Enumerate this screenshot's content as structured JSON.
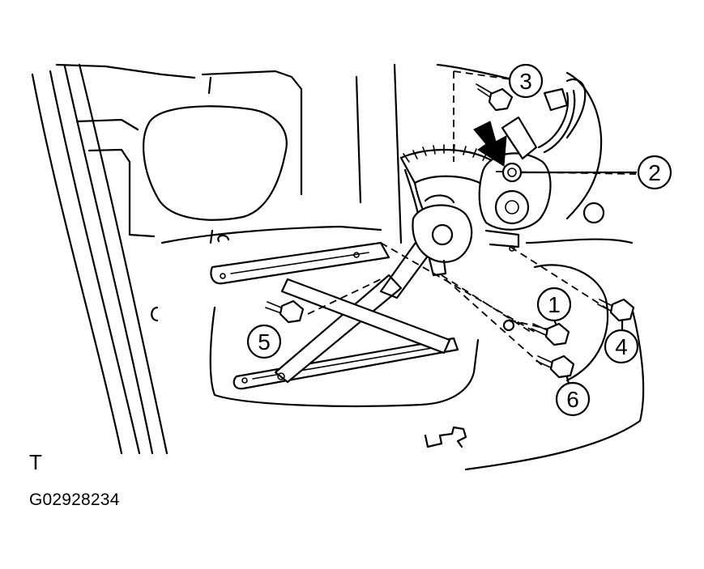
{
  "callouts": [
    {
      "id": "1",
      "text": "1"
    },
    {
      "id": "2",
      "text": "2"
    },
    {
      "id": "3",
      "text": "3"
    },
    {
      "id": "4",
      "text": "4"
    },
    {
      "id": "5",
      "text": "5"
    },
    {
      "id": "6",
      "text": "6"
    }
  ],
  "orientation_mark": "T",
  "figure_code": "G02928234",
  "colors": {
    "line": "#000000",
    "background": "#ffffff"
  }
}
